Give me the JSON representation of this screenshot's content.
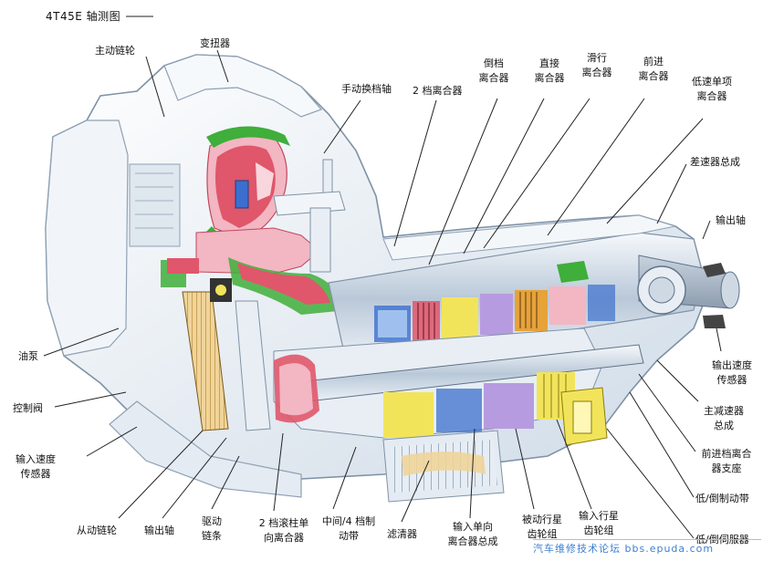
{
  "title": "4T45E 轴测图",
  "labels": {
    "drive_sprocket": "主动链轮",
    "torque_converter": "变扭器",
    "manual_shaft": "手动换档轴",
    "second_clutch": "2 档离合器",
    "reverse_clutch": [
      "倒档",
      "离合器"
    ],
    "direct_clutch": [
      "直接",
      "离合器"
    ],
    "coast_clutch": [
      "滑行",
      "离合器"
    ],
    "forward_clutch": [
      "前进",
      "离合器"
    ],
    "lo_sprag": [
      "低速单项",
      "离合器"
    ],
    "differential": "差速器总成",
    "output_shaft_r": "输出轴",
    "output_speed_sensor": [
      "输出速度",
      "传感器"
    ],
    "final_drive": [
      "主减速器",
      "总成"
    ],
    "forward_support": [
      "前进档离合",
      "器支座"
    ],
    "lo_rev_band": "低/倒制动带",
    "lo_rev_servo": "低/倒伺服器",
    "oil_pump": "油泵",
    "control_valve": "控制阀",
    "input_speed_sensor": [
      "输入速度",
      "传感器"
    ],
    "driven_sprocket": "从动链轮",
    "output_shaft_b": "输出轴",
    "drive_chain": [
      "驱动",
      "链条"
    ],
    "second_roller_clutch": [
      "2 档滚柱单",
      "向离合器"
    ],
    "band_2_4": [
      "中间/4 档制",
      "动带"
    ],
    "filter": "滤清器",
    "input_sprag": [
      "输入单向",
      "离合器总成"
    ],
    "reaction_gearset": [
      "被动行星",
      "齿轮组"
    ],
    "input_gearset": [
      "输入行星",
      "齿轮组"
    ]
  },
  "watermark": "汽车维修技术论坛 bbs.epuda.com",
  "colors": {
    "leader": "#222222",
    "case": "#eef3f8",
    "case_edge": "#8fa0b3",
    "red": "#e0566a",
    "pink": "#f3b6c3",
    "green": "#3fae3a",
    "blue": "#3b6fcf",
    "yellow": "#f2e45a",
    "purple": "#b79be0",
    "orange": "#e7a23a",
    "watermark": "#3d7fd0"
  }
}
